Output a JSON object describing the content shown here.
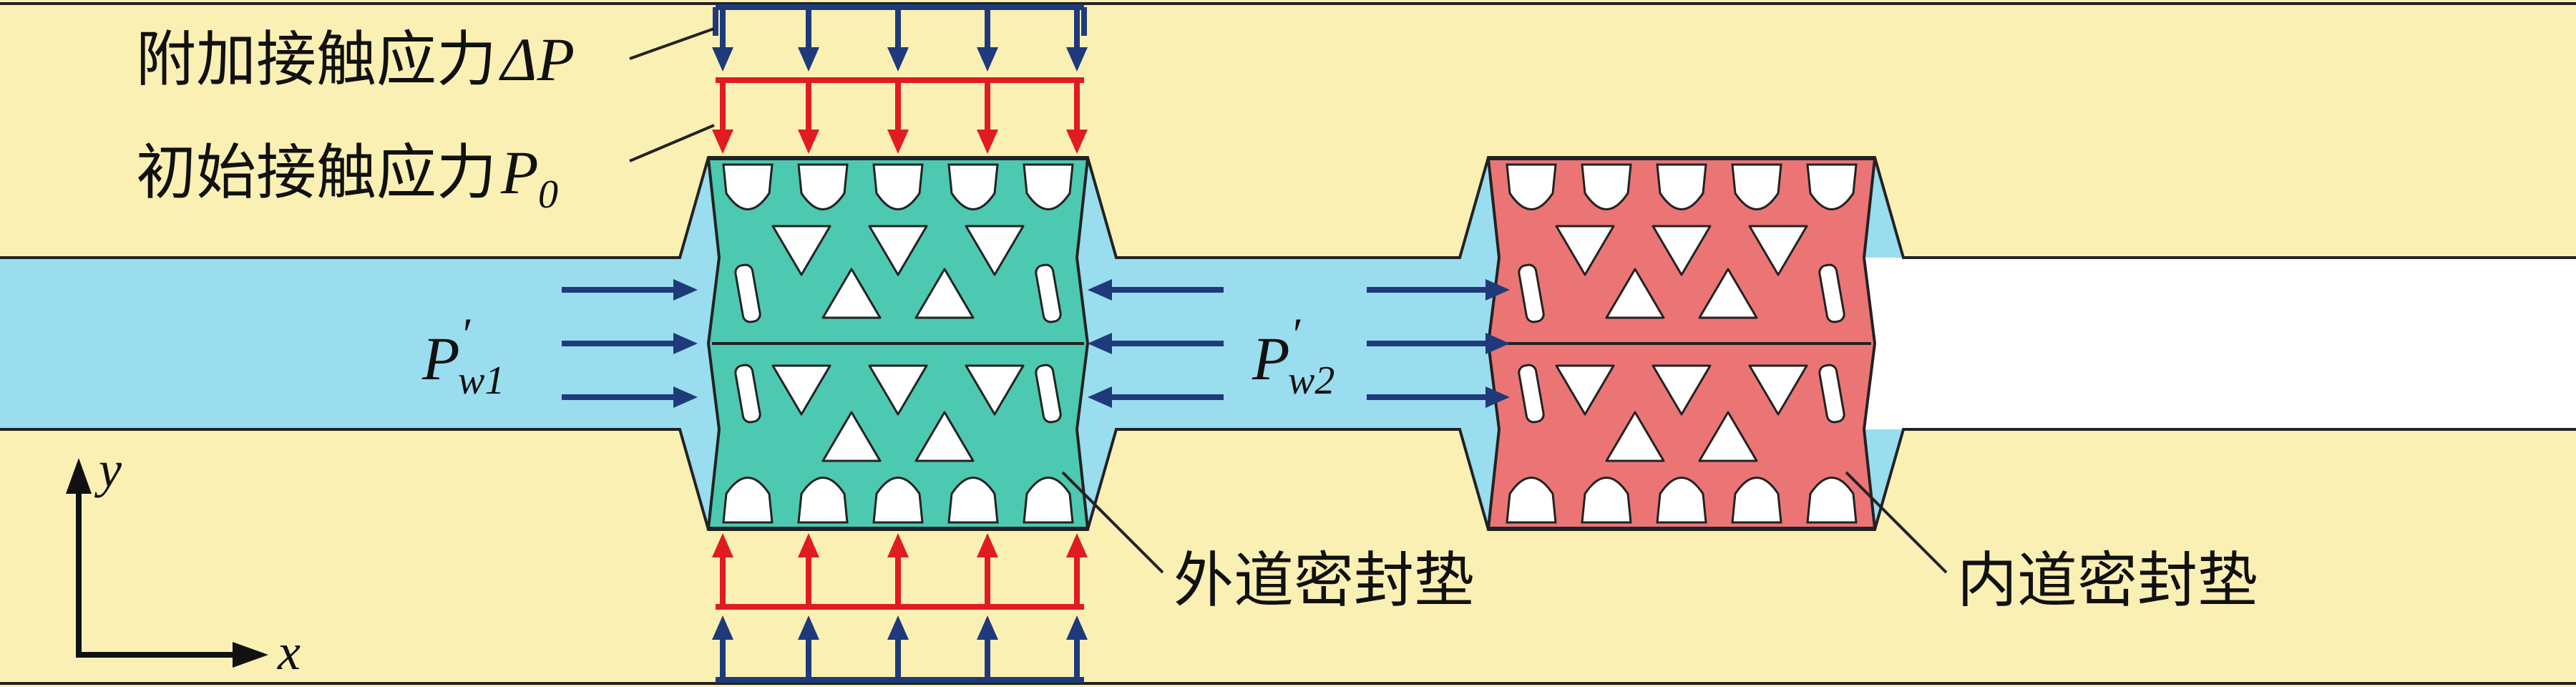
{
  "labels": {
    "delta_p_cn": "附加接触应力",
    "delta_p_sym": "ΔP",
    "p0_cn": "初始接触应力",
    "p0_sym": "P",
    "p0_sub": "0",
    "pw1_sym": "P",
    "pw1_prime": "′",
    "pw1_sub": "w1",
    "pw2_sym": "P",
    "pw2_prime": "′",
    "pw2_sub": "w2",
    "outer_gasket": "外道密封垫",
    "inner_gasket": "内道密封垫",
    "axis_y": "y",
    "axis_x": "x"
  },
  "colors": {
    "wall": "#FAF0B4",
    "channel": "#99DDEF",
    "outer_gasket": "#4CC9B0",
    "inner_gasket": "#EB7575",
    "arrow_blue": "#1F3A7A",
    "arrow_red": "#E01B22",
    "outline": "#222222"
  }
}
